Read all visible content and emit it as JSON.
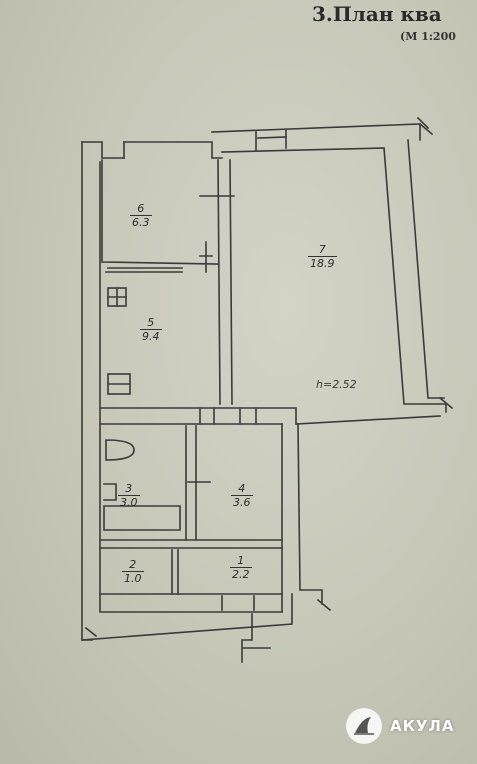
{
  "header": {
    "title": "3.План ква",
    "scale": "(М 1:200"
  },
  "rooms": [
    {
      "number": "1",
      "area": "2.2"
    },
    {
      "number": "2",
      "area": "1.0"
    },
    {
      "number": "3",
      "area": "3.0"
    },
    {
      "number": "4",
      "area": "3.6"
    },
    {
      "number": "5",
      "area": "9.4"
    },
    {
      "number": "6",
      "area": "6.3"
    },
    {
      "number": "7",
      "area": "18.9"
    }
  ],
  "ceiling_height": "h=2.52",
  "watermark": {
    "brand": "АКУЛА",
    "logo_icon": "shark-fin-icon"
  },
  "colors": {
    "paper": "#c9cabb",
    "ink": "#2b2b2b"
  }
}
